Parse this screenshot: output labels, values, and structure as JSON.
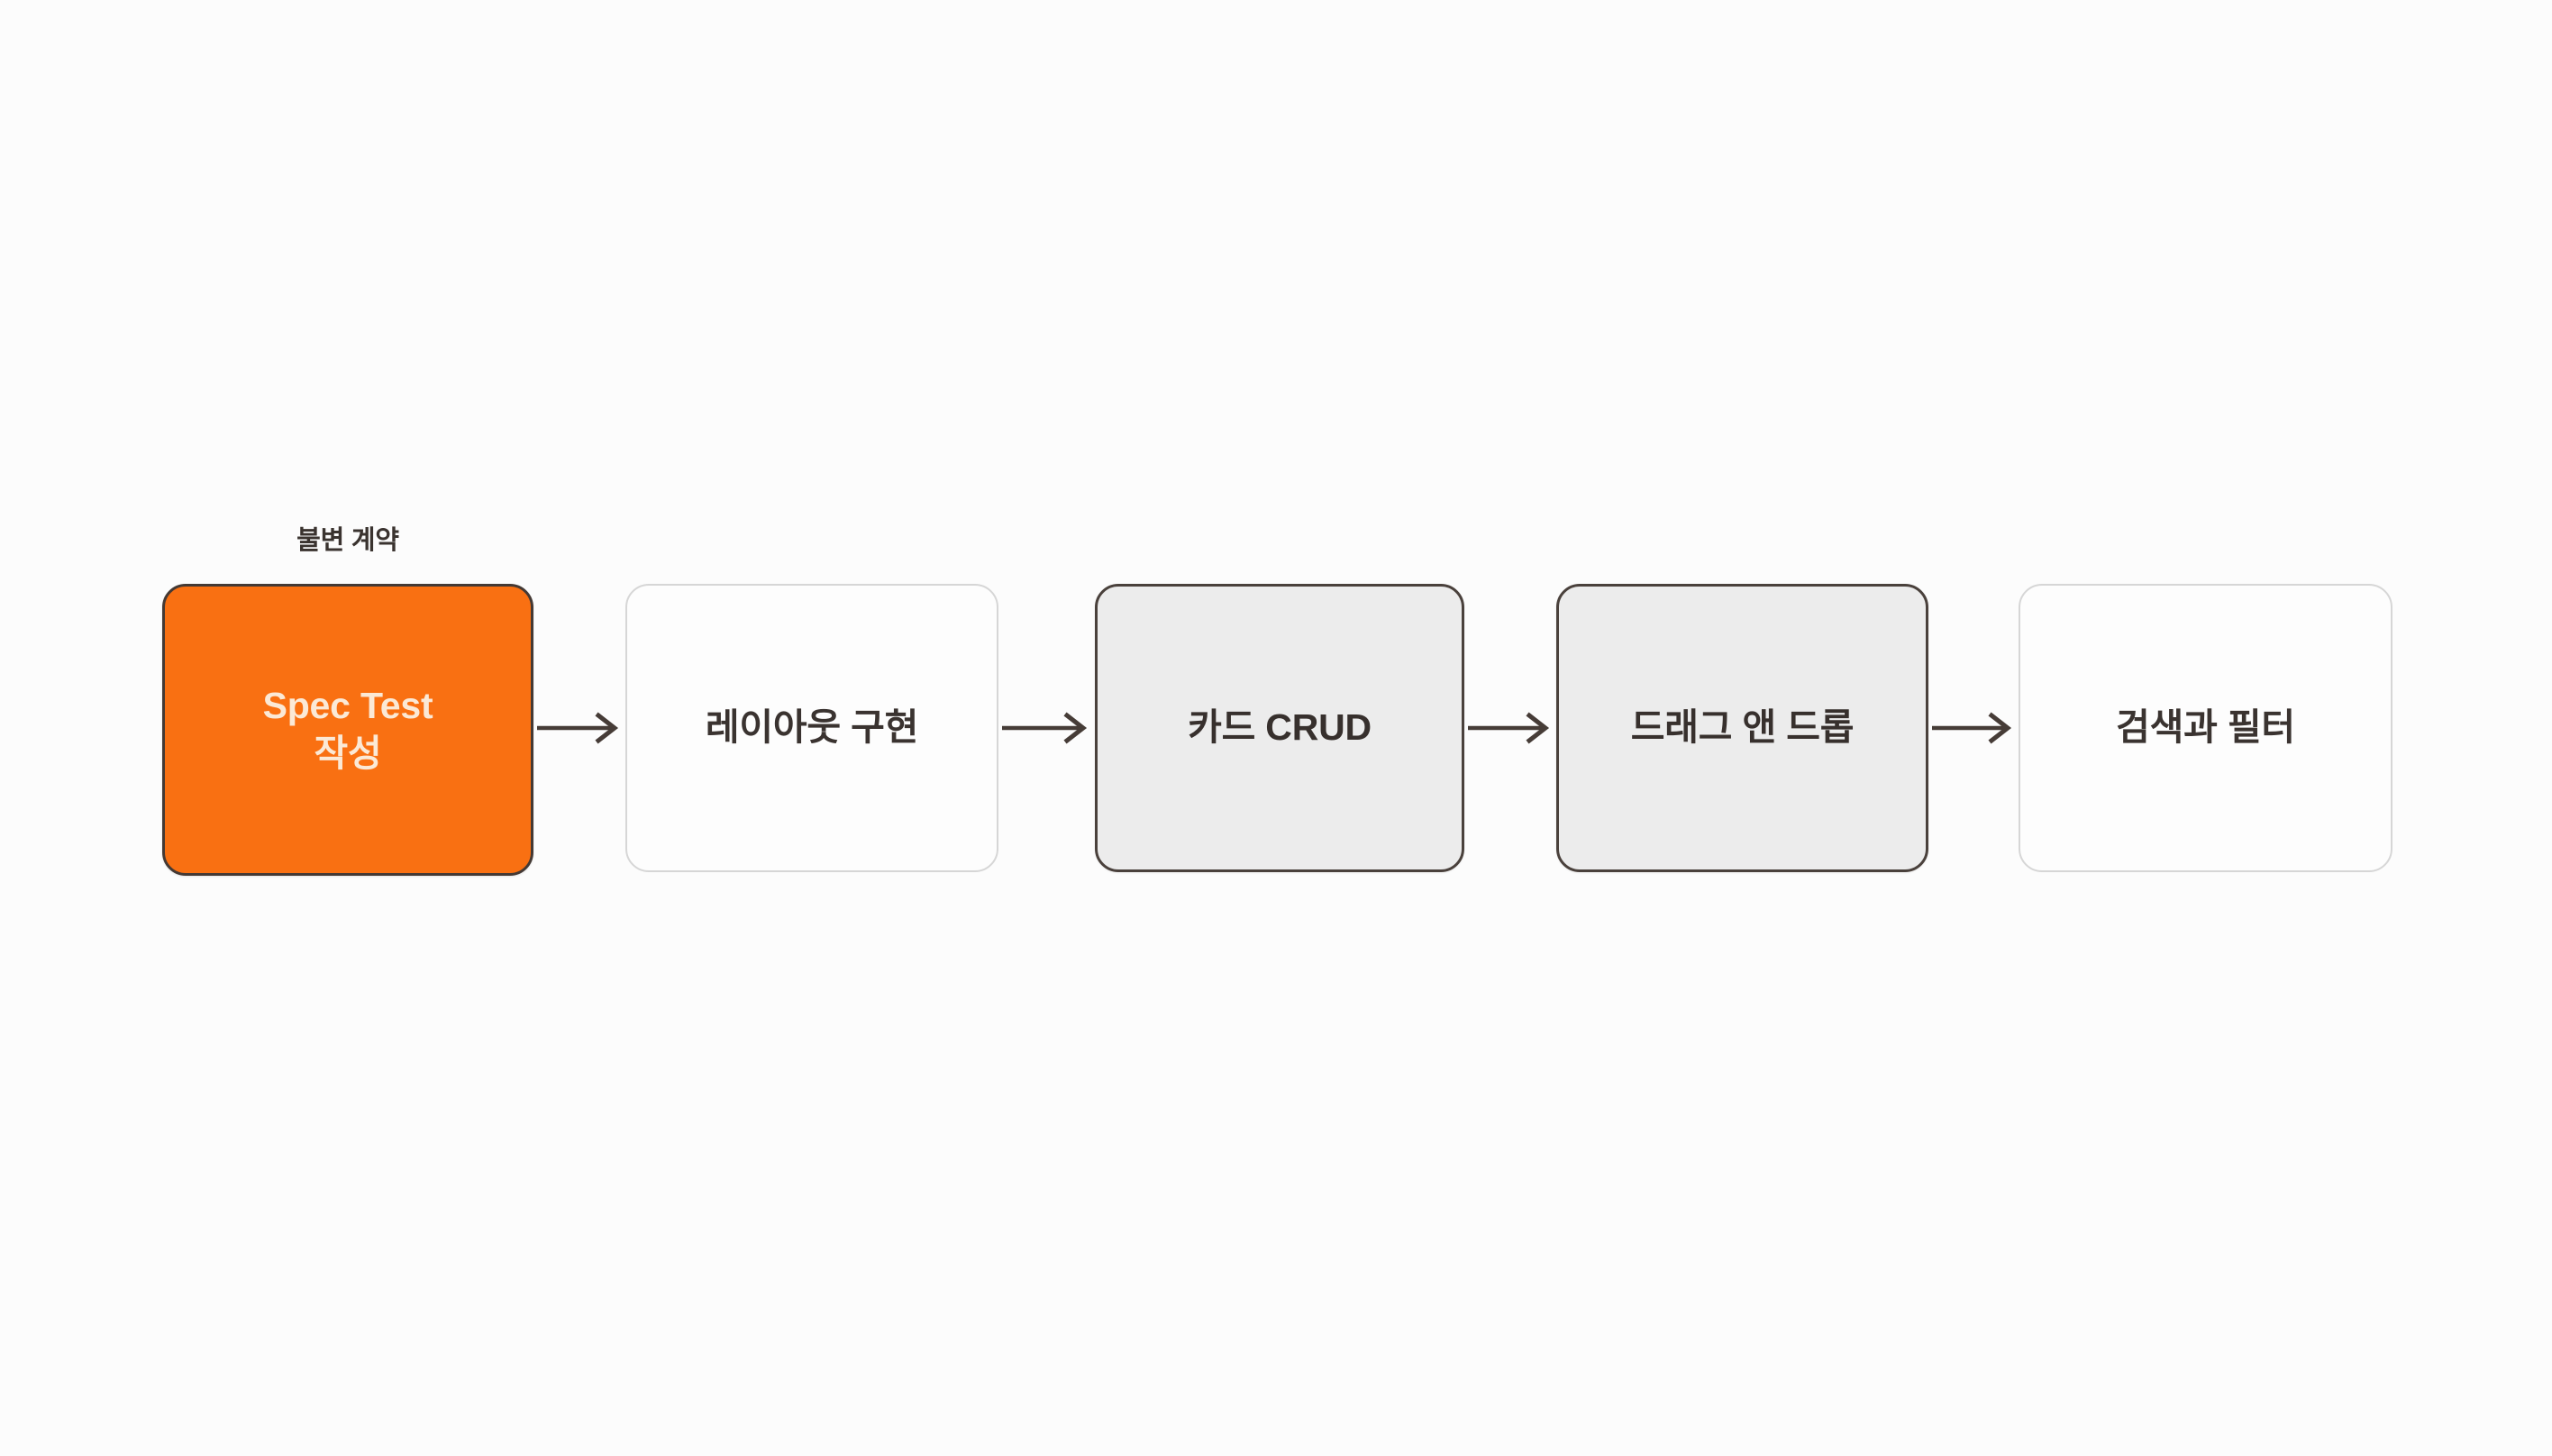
{
  "diagram": {
    "type": "horizontal-flow",
    "background_color": "#fcfcfc",
    "accent_color": "#f97012",
    "border_dark_color": "#4a413c",
    "border_light_color": "#d6d6d6",
    "fill_gray_color": "#ececec",
    "annotation": {
      "text": "불변 계약",
      "attached_to": "node-1"
    },
    "nodes": [
      {
        "id": "node-1",
        "label": "Spec Test\n작성",
        "style": "accent",
        "fill": "#f97012",
        "border": "#443934",
        "text_color": "#fbe9d6"
      },
      {
        "id": "node-2",
        "label": "레이아웃 구현",
        "style": "plain",
        "fill": "#fdfdfd",
        "border": "#d6d6d6",
        "text_color": "#3a3330"
      },
      {
        "id": "node-3",
        "label": "카드 CRUD",
        "style": "filled",
        "fill": "#ececec",
        "border": "#4a413c",
        "text_color": "#37302d"
      },
      {
        "id": "node-4",
        "label": "드래그 앤 드롭",
        "style": "filled",
        "fill": "#ececec",
        "border": "#4a413c",
        "text_color": "#37302d"
      },
      {
        "id": "node-5",
        "label": "검색과 필터",
        "style": "plain",
        "fill": "#fdfdfd",
        "border": "#d6d6d6",
        "text_color": "#37302d"
      }
    ],
    "connectors": [
      {
        "id": "arrow-1",
        "from": "node-1",
        "to": "node-2",
        "kind": "arrow-right",
        "color": "#463c37"
      },
      {
        "id": "arrow-2",
        "from": "node-2",
        "to": "node-3",
        "kind": "arrow-right",
        "color": "#463c37"
      },
      {
        "id": "arrow-3",
        "from": "node-3",
        "to": "node-4",
        "kind": "arrow-right",
        "color": "#463c37"
      },
      {
        "id": "arrow-4",
        "from": "node-4",
        "to": "node-5",
        "kind": "arrow-right",
        "color": "#463c37"
      }
    ]
  }
}
